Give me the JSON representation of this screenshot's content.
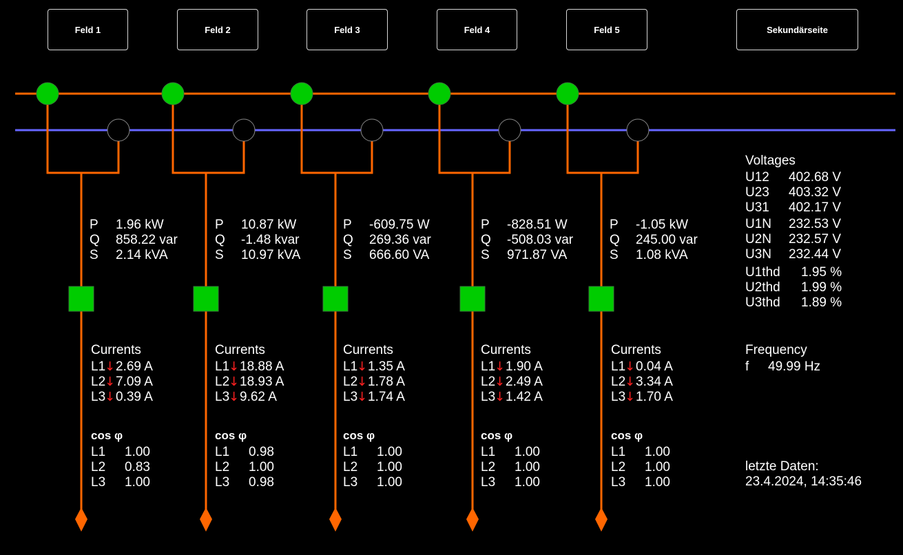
{
  "nav": {
    "buttons": [
      {
        "label": "Feld 1"
      },
      {
        "label": "Feld 2"
      },
      {
        "label": "Feld 3"
      },
      {
        "label": "Feld 4"
      },
      {
        "label": "Feld 5"
      },
      {
        "label": "Sekundärseite"
      }
    ]
  },
  "colors": {
    "busbar_orange": "#ff6600",
    "busbar_blue": "#6666ff",
    "breaker_closed": "#00cc00",
    "breaker_open": "#000000",
    "arrow": "#ff2020"
  },
  "feeders": [
    {
      "P": {
        "label": "P",
        "value": "1.96 kW"
      },
      "Q": {
        "label": "Q",
        "value": "858.22 var"
      },
      "S": {
        "label": "S",
        "value": "2.14 kVA"
      },
      "currents_title": "Currents",
      "currents": [
        {
          "label": "L1",
          "arrow": "↓",
          "value": "2.69 A"
        },
        {
          "label": "L2",
          "arrow": "↓",
          "value": "7.09 A"
        },
        {
          "label": "L3",
          "arrow": "↓",
          "value": "0.39 A"
        }
      ],
      "cos_title": "cos φ",
      "cos": [
        {
          "label": "L1",
          "value": "1.00"
        },
        {
          "label": "L2",
          "value": "0.83"
        },
        {
          "label": "L3",
          "value": "1.00"
        }
      ]
    },
    {
      "P": {
        "label": "P",
        "value": "10.87 kW"
      },
      "Q": {
        "label": "Q",
        "value": "-1.48 kvar"
      },
      "S": {
        "label": "S",
        "value": "10.97 kVA"
      },
      "currents_title": "Currents",
      "currents": [
        {
          "label": "L1",
          "arrow": "↓",
          "value": "18.88 A"
        },
        {
          "label": "L2",
          "arrow": "↓",
          "value": "18.93 A"
        },
        {
          "label": "L3",
          "arrow": "↓",
          "value": "9.62 A"
        }
      ],
      "cos_title": "cos φ",
      "cos": [
        {
          "label": "L1",
          "value": "0.98"
        },
        {
          "label": "L2",
          "value": "1.00"
        },
        {
          "label": "L3",
          "value": "0.98"
        }
      ]
    },
    {
      "P": {
        "label": "P",
        "value": "-609.75 W"
      },
      "Q": {
        "label": "Q",
        "value": "269.36 var"
      },
      "S": {
        "label": "S",
        "value": "666.60 VA"
      },
      "currents_title": "Currents",
      "currents": [
        {
          "label": "L1",
          "arrow": "↓",
          "value": "1.35 A"
        },
        {
          "label": "L2",
          "arrow": "↓",
          "value": "1.78 A"
        },
        {
          "label": "L3",
          "arrow": "↓",
          "value": "1.74 A"
        }
      ],
      "cos_title": "cos φ",
      "cos": [
        {
          "label": "L1",
          "value": "1.00"
        },
        {
          "label": "L2",
          "value": "1.00"
        },
        {
          "label": "L3",
          "value": "1.00"
        }
      ]
    },
    {
      "P": {
        "label": "P",
        "value": "-828.51 W"
      },
      "Q": {
        "label": "Q",
        "value": "-508.03 var"
      },
      "S": {
        "label": "S",
        "value": "971.87 VA"
      },
      "currents_title": "Currents",
      "currents": [
        {
          "label": "L1",
          "arrow": "↓",
          "value": "1.90 A"
        },
        {
          "label": "L2",
          "arrow": "↓",
          "value": "2.49 A"
        },
        {
          "label": "L3",
          "arrow": "↓",
          "value": "1.42 A"
        }
      ],
      "cos_title": "cos φ",
      "cos": [
        {
          "label": "L1",
          "value": "1.00"
        },
        {
          "label": "L2",
          "value": "1.00"
        },
        {
          "label": "L3",
          "value": "1.00"
        }
      ]
    },
    {
      "P": {
        "label": "P",
        "value": "-1.05 kW"
      },
      "Q": {
        "label": "Q",
        "value": "245.00 var"
      },
      "S": {
        "label": "S",
        "value": "1.08 kVA"
      },
      "currents_title": "Currents",
      "currents": [
        {
          "label": "L1",
          "arrow": "↓",
          "value": "0.04 A"
        },
        {
          "label": "L2",
          "arrow": "↓",
          "value": "3.34 A"
        },
        {
          "label": "L3",
          "arrow": "↓",
          "value": "1.70 A"
        }
      ],
      "cos_title": "cos φ",
      "cos": [
        {
          "label": "L1",
          "value": "1.00"
        },
        {
          "label": "L2",
          "value": "1.00"
        },
        {
          "label": "L3",
          "value": "1.00"
        }
      ]
    }
  ],
  "voltages": {
    "title": "Voltages",
    "line": [
      {
        "label": "U12",
        "value": "402.68 V"
      },
      {
        "label": "U23",
        "value": "403.32 V"
      },
      {
        "label": "U31",
        "value": "402.17 V"
      },
      {
        "label": "U1N",
        "value": "232.53 V"
      },
      {
        "label": "U2N",
        "value": "232.57 V"
      },
      {
        "label": "U3N",
        "value": "232.44 V"
      }
    ],
    "thd": [
      {
        "label": "U1thd",
        "value": "1.95 %"
      },
      {
        "label": "U2thd",
        "value": "1.99 %"
      },
      {
        "label": "U3thd",
        "value": "1.89 %"
      }
    ]
  },
  "frequency": {
    "title": "Frequency",
    "label": "f",
    "value": "49.99 Hz"
  },
  "last_data": {
    "label": "letzte Daten:",
    "timestamp": "23.4.2024, 14:35:46"
  }
}
